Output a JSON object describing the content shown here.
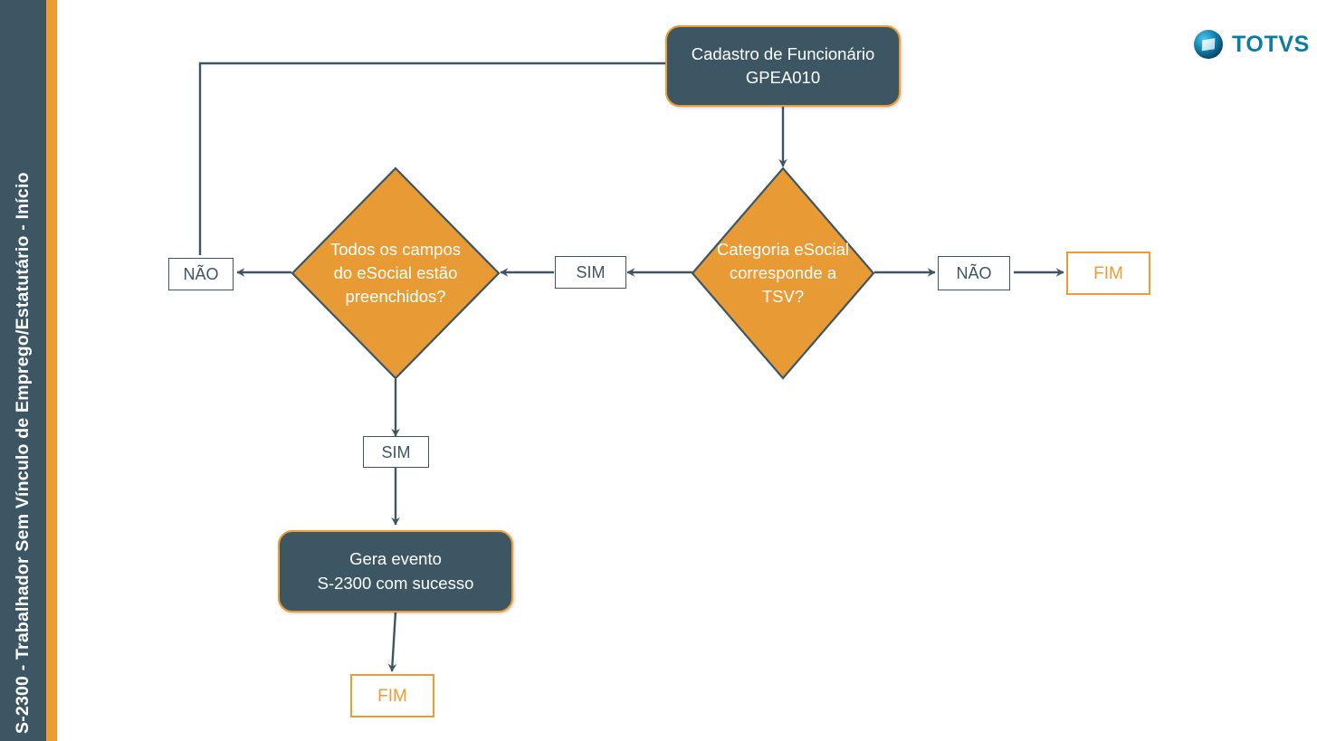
{
  "document": {
    "sidebar_title": "S-2300 - Trabalhador Sem Vínculo de Emprego/Estatutário - Início",
    "logo_text": "TOTVS",
    "logo_mark_name": "totvs-circle-logo-icon"
  },
  "colors": {
    "dark_slate": "#3C5663",
    "orange": "#EC9C31",
    "diamond_fill": "#E89B35",
    "white": "#FFFFFF",
    "logo_blue": "#0E7C9E"
  },
  "flowchart": {
    "type": "flowchart",
    "nodes": [
      {
        "id": "start",
        "shape": "rounded-process",
        "text_line1": "Cadastro de Funcionário",
        "text_line2": "GPEA010"
      },
      {
        "id": "decision-categoria",
        "shape": "diamond",
        "text_line1": "Categoria eSocial",
        "text_line2": "corresponde a",
        "text_line3": "TSV?"
      },
      {
        "id": "decision-campos",
        "shape": "diamond",
        "text_line1": "Todos os campos",
        "text_line2": "do eSocial estão",
        "text_line3": "preenchidos?"
      },
      {
        "id": "label-sim-categoria",
        "shape": "label-box",
        "text": "SIM"
      },
      {
        "id": "label-nao-categoria",
        "shape": "label-box",
        "text": "NÃO"
      },
      {
        "id": "label-nao-campos",
        "shape": "label-box",
        "text": "NÃO"
      },
      {
        "id": "label-sim-campos",
        "shape": "label-box",
        "text": "SIM"
      },
      {
        "id": "end-right",
        "shape": "end-box",
        "text": "FIM"
      },
      {
        "id": "gera-evento",
        "shape": "rounded-process",
        "text_line1": "Gera evento",
        "text_line2": "S-2300 com sucesso"
      },
      {
        "id": "end-bottom",
        "shape": "end-box",
        "text": "FIM"
      }
    ],
    "edges": [
      {
        "from": "start",
        "to": "decision-categoria",
        "label": ""
      },
      {
        "from": "decision-categoria",
        "to": "label-sim-categoria",
        "label": "SIM"
      },
      {
        "from": "label-sim-categoria",
        "to": "decision-campos",
        "label": ""
      },
      {
        "from": "decision-categoria",
        "to": "label-nao-categoria",
        "label": "NÃO"
      },
      {
        "from": "label-nao-categoria",
        "to": "end-right",
        "label": ""
      },
      {
        "from": "decision-campos",
        "to": "label-nao-campos",
        "label": "NÃO"
      },
      {
        "from": "label-nao-campos",
        "to": "start",
        "label": ""
      },
      {
        "from": "decision-campos",
        "to": "label-sim-campos",
        "label": "SIM"
      },
      {
        "from": "label-sim-campos",
        "to": "gera-evento",
        "label": ""
      },
      {
        "from": "gera-evento",
        "to": "end-bottom",
        "label": ""
      }
    ]
  }
}
